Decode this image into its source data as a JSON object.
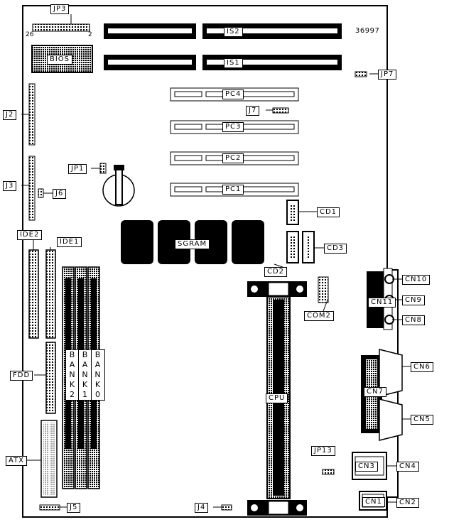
{
  "diagram": {
    "model_number": "36997",
    "jumpers": {
      "jp3": "JP3",
      "jp3_pin_left": "26",
      "jp3_pin_right": "2",
      "jp1": "JP1",
      "jp7": "JP7",
      "jp13": "JP13"
    },
    "slots": {
      "is1": "IS1",
      "is2": "IS2",
      "pc1": "PC1",
      "pc2": "PC2",
      "pc3": "PC3",
      "pc4": "PC4"
    },
    "chips": {
      "bios": "BIOS",
      "sgram": "SGRAM",
      "cpu": "CPU"
    },
    "connectors": {
      "j2": "J2",
      "j3": "J3",
      "j4": "J4",
      "j5": "J5",
      "j6": "J6",
      "j7": "J7",
      "ide1": "IDE1",
      "ide2": "IDE2",
      "fdd": "FDD",
      "atx": "ATX",
      "cd1": "CD1",
      "cd2": "CD2",
      "cd3": "CD3",
      "com2": "COM2",
      "cn1": "CN1",
      "cn2": "CN2",
      "cn3": "CN3",
      "cn4": "CN4",
      "cn5": "CN5",
      "cn6": "CN6",
      "cn7": "CN7",
      "cn8": "CN8",
      "cn9": "CN9",
      "cn10": "CN10",
      "cn11": "CN11"
    },
    "memory": {
      "bank0": "BANK0",
      "bank1": "BANK1",
      "bank2": "BANK2"
    }
  }
}
